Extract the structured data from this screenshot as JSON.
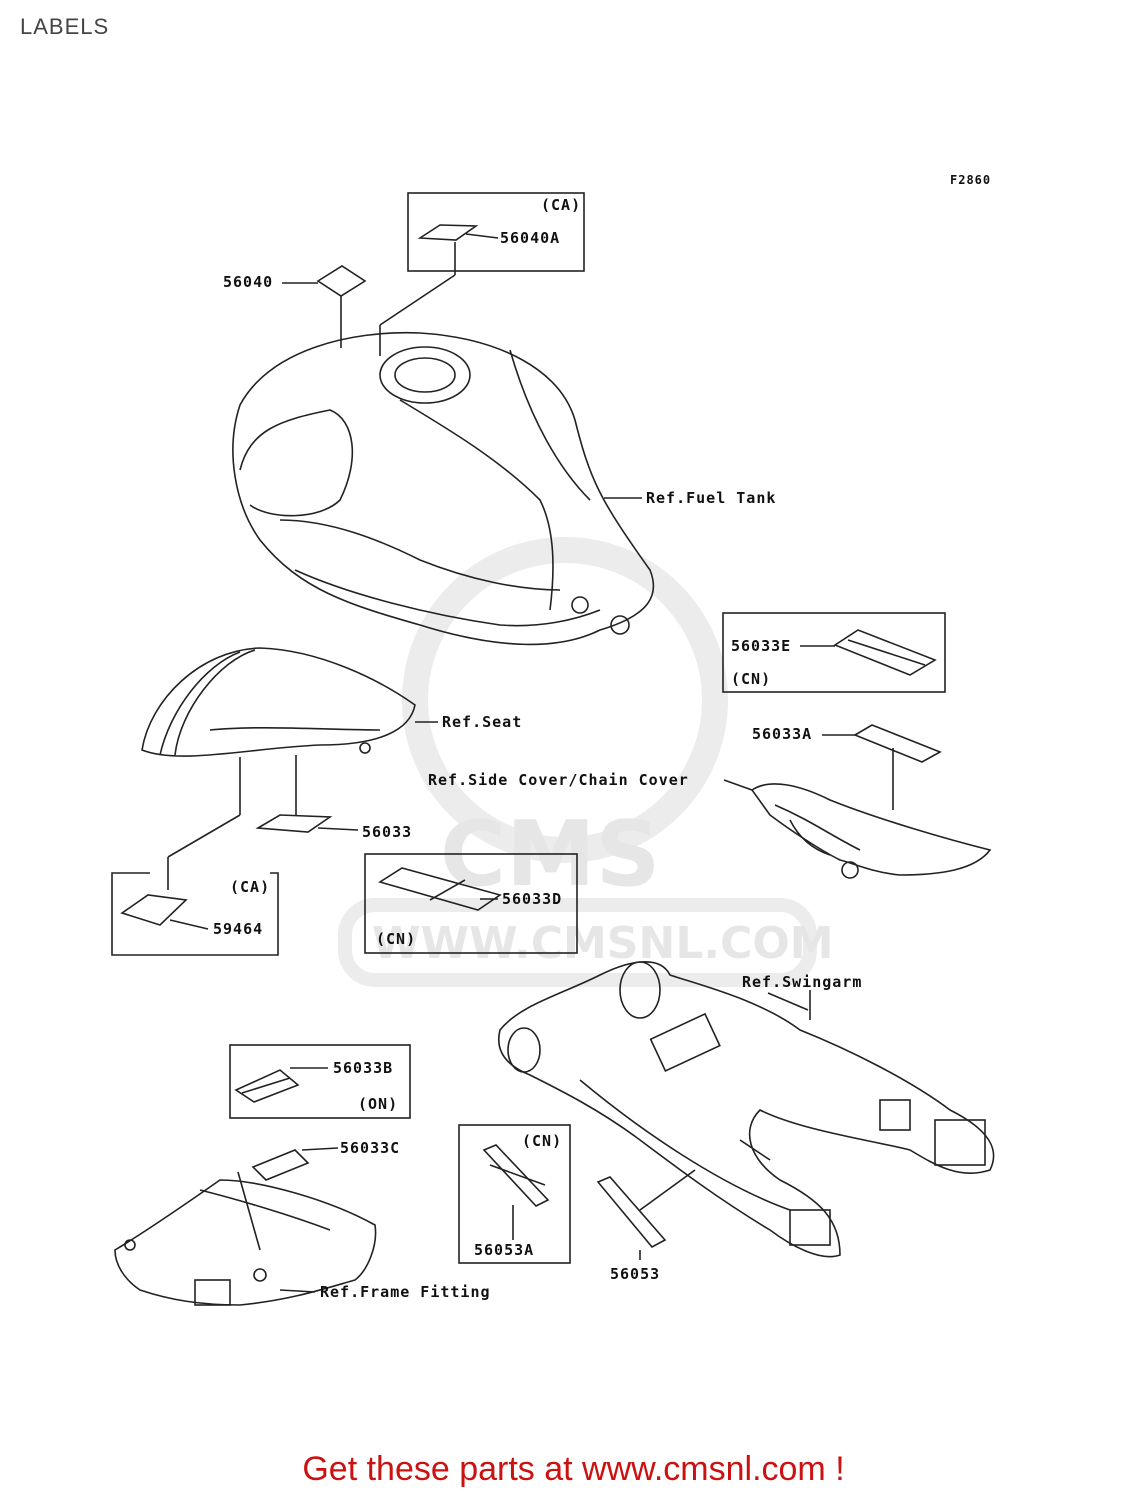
{
  "page": {
    "title": "LABELS"
  },
  "diagram": {
    "figure_code": "F2860",
    "part_labels": {
      "p56040": "56040",
      "p56040A": "56040A",
      "p56033": "56033",
      "p59464": "59464",
      "p56033D": "56033D",
      "p56033E": "56033E",
      "p56033A": "56033A",
      "p56033B": "56033B",
      "p56033C": "56033C",
      "p56053A": "56053A",
      "p56053": "56053"
    },
    "region_tags": {
      "ca_top": "(CA)",
      "ca_left": "(CA)",
      "cn_e": "(CN)",
      "cn_d": "(CN)",
      "cn_b": "(ON)",
      "cn_53a": "(CN)"
    },
    "references": {
      "fuel_tank": "Ref.Fuel Tank",
      "seat": "Ref.Seat",
      "side_cover": "Ref.Side Cover/Chain Cover",
      "swingarm": "Ref.Swingarm",
      "frame_fitting": "Ref.Frame Fitting"
    },
    "watermark": {
      "logo": "CMS",
      "url": "WWW.CMSNL.COM"
    }
  },
  "footer": {
    "cta": "Get these parts at www.cmsnl.com !"
  },
  "colors": {
    "footer_text": "#cc1111",
    "line": "#222222",
    "watermark": "#e6e6e6"
  }
}
